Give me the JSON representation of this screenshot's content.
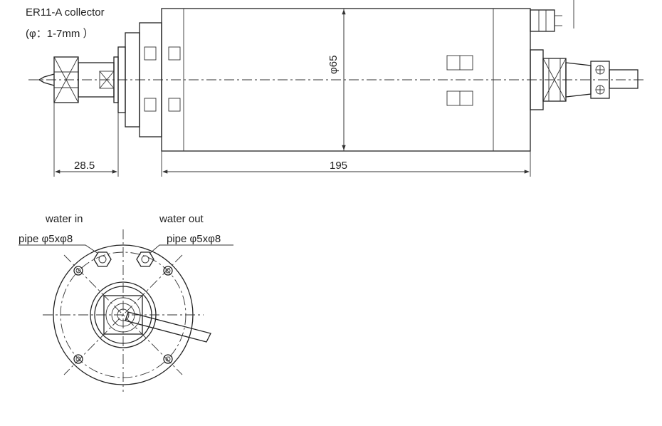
{
  "labels": {
    "collector_title": "ER11-A collector",
    "collector_range": "(φ：1-7mm ）",
    "diameter": "φ65",
    "dim_nose": "28.5",
    "dim_body": "195",
    "water_in": "water in",
    "water_in_pipe": "pipe φ5xφ8",
    "water_out": "water out",
    "water_out_pipe": "pipe φ5xφ8"
  },
  "colors": {
    "line": "#222222",
    "background": "#ffffff"
  }
}
